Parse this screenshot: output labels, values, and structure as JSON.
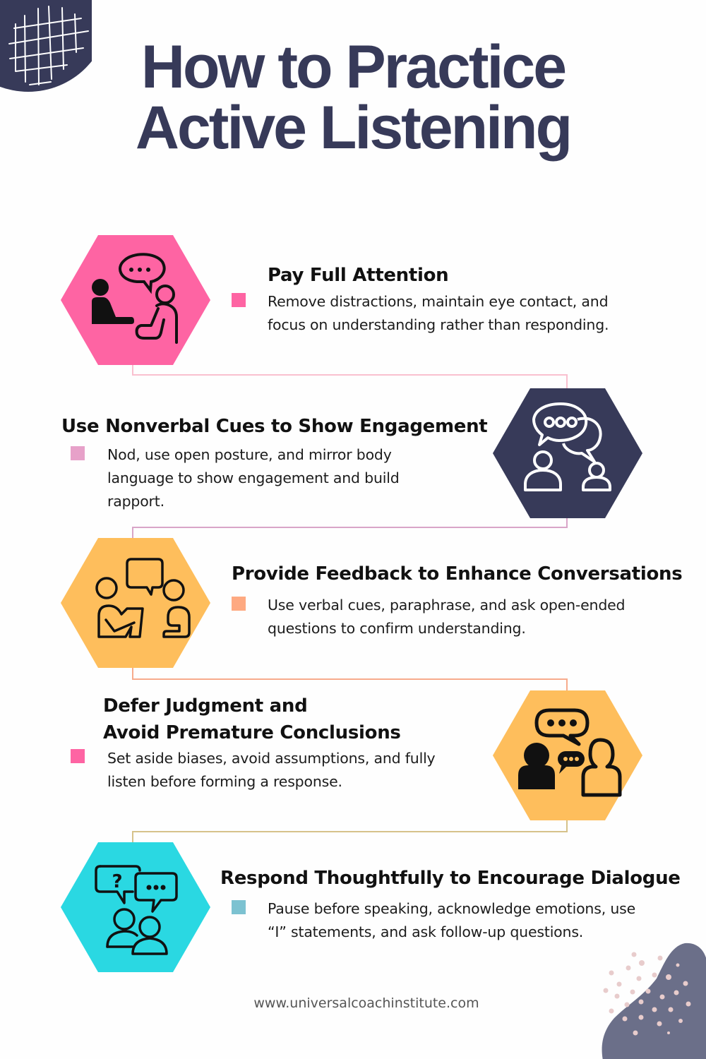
{
  "title": {
    "line1": "How to Practice",
    "line2": "Active Listening"
  },
  "colors": {
    "title": "#373a59",
    "pink": "#fe64a3",
    "navy": "#373a59",
    "orange": "#febe5c",
    "cyan": "#2ad8e2",
    "bullet_pink": "#fe64a3",
    "bullet_lightpink": "#e7a1c9",
    "bullet_peach": "#fea981",
    "bullet_teal": "#7cc2d1"
  },
  "steps": [
    {
      "title": "Pay Full Attention",
      "description_lines": [
        "Remove distractions, maintain eye contact, and",
        "focus on understanding rather than responding."
      ],
      "icon": "two-people-talking-icon",
      "hex_color": "pink"
    },
    {
      "title": "Use Nonverbal Cues to Show Engagement",
      "description_lines": [
        "Nod, use open posture, and mirror body",
        "language to show engagement and build",
        "rapport."
      ],
      "icon": "conversation-bubbles-icon",
      "hex_color": "navy"
    },
    {
      "title": "Provide Feedback to Enhance Conversations",
      "description_lines": [
        "Use verbal cues, paraphrase, and ask open-ended",
        "questions to confirm understanding."
      ],
      "icon": "feedback-discussion-icon",
      "hex_color": "orange"
    },
    {
      "title_lines": [
        "Defer Judgment and",
        "Avoid Premature Conclusions"
      ],
      "description_lines": [
        "Set aside biases, avoid assumptions, and fully",
        "listen before forming a response."
      ],
      "icon": "dialogue-people-icon",
      "hex_color": "orange"
    },
    {
      "title": "Respond Thoughtfully to Encourage Dialogue",
      "description_lines": [
        "Pause before speaking, acknowledge emotions, use",
        "“I” statements, and ask follow-up questions."
      ],
      "icon": "question-dialogue-icon",
      "hex_color": "cyan"
    }
  ],
  "footer": {
    "url": "www.universalcoachinstitute.com"
  }
}
